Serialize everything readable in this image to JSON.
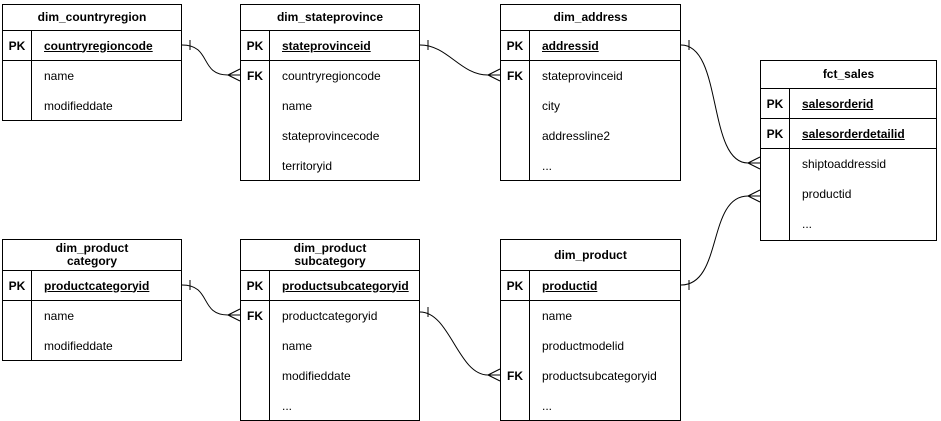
{
  "diagram": {
    "kind": "entity-relationship-diagram",
    "background_color": "#ffffff",
    "line_color": "#000000",
    "text_color": "#000000"
  },
  "tables": [
    {
      "id": "dim_countryregion",
      "title_lines": [
        "dim_countryregion"
      ],
      "key_rows": [
        {
          "label": "PK",
          "field": "countryregioncode"
        }
      ],
      "attr_rows": [
        {
          "label": "",
          "field": "name"
        },
        {
          "label": "",
          "field": "modifieddate"
        }
      ]
    },
    {
      "id": "dim_stateprovince",
      "title_lines": [
        "dim_stateprovince"
      ],
      "key_rows": [
        {
          "label": "PK",
          "field": "stateprovinceid"
        }
      ],
      "attr_rows": [
        {
          "label": "FK",
          "field": "countryregioncode"
        },
        {
          "label": "",
          "field": "name"
        },
        {
          "label": "",
          "field": "stateprovincecode"
        },
        {
          "label": "",
          "field": "territoryid"
        }
      ]
    },
    {
      "id": "dim_address",
      "title_lines": [
        "dim_address"
      ],
      "key_rows": [
        {
          "label": "PK",
          "field": "addressid"
        }
      ],
      "attr_rows": [
        {
          "label": "FK",
          "field": "stateprovinceid"
        },
        {
          "label": "",
          "field": "city"
        },
        {
          "label": "",
          "field": "addressline2"
        },
        {
          "label": "",
          "field": "..."
        }
      ]
    },
    {
      "id": "fct_sales",
      "title_lines": [
        "fct_sales"
      ],
      "key_rows": [
        {
          "label": "PK",
          "field": "salesorderid"
        },
        {
          "label": "PK",
          "field": "salesorderdetailid"
        }
      ],
      "attr_rows": [
        {
          "label": "",
          "field": "shiptoaddressid"
        },
        {
          "label": "",
          "field": "productid"
        },
        {
          "label": "",
          "field": "..."
        }
      ]
    },
    {
      "id": "dim_productcategory",
      "title_lines": [
        "dim_product",
        "category"
      ],
      "key_rows": [
        {
          "label": "PK",
          "field": "productcategoryid"
        }
      ],
      "attr_rows": [
        {
          "label": "",
          "field": "name"
        },
        {
          "label": "",
          "field": "modifieddate"
        }
      ]
    },
    {
      "id": "dim_productsubcategory",
      "title_lines": [
        "dim_product",
        "subcategory"
      ],
      "key_rows": [
        {
          "label": "PK",
          "field": "productsubcategoryid"
        }
      ],
      "attr_rows": [
        {
          "label": "FK",
          "field": "productcategoryid"
        },
        {
          "label": "",
          "field": "name"
        },
        {
          "label": "",
          "field": "modifieddate"
        },
        {
          "label": "",
          "field": "..."
        }
      ]
    },
    {
      "id": "dim_product",
      "title_lines": [
        "dim_product"
      ],
      "key_rows": [
        {
          "label": "PK",
          "field": "productid"
        }
      ],
      "attr_rows": [
        {
          "label": "",
          "field": "name"
        },
        {
          "label": "",
          "field": "productmodelid"
        },
        {
          "label": "FK",
          "field": "productsubcategoryid"
        },
        {
          "label": "",
          "field": "..."
        }
      ]
    }
  ],
  "connectors": [
    {
      "from_table": "dim_countryregion",
      "from_field": "countryregioncode",
      "to_table": "dim_stateprovince",
      "to_field": "countryregioncode",
      "cardinality": "one-to-many"
    },
    {
      "from_table": "dim_stateprovince",
      "from_field": "stateprovinceid",
      "to_table": "dim_address",
      "to_field": "stateprovinceid",
      "cardinality": "one-to-many"
    },
    {
      "from_table": "dim_address",
      "from_field": "addressid",
      "to_table": "fct_sales",
      "to_field": "shiptoaddressid",
      "cardinality": "one-to-many"
    },
    {
      "from_table": "dim_product",
      "from_field": "productid",
      "to_table": "fct_sales",
      "to_field": "productid",
      "cardinality": "one-to-many"
    },
    {
      "from_table": "dim_productcategory",
      "from_field": "productcategoryid",
      "to_table": "dim_productsubcategory",
      "to_field": "productcategoryid",
      "cardinality": "one-to-many"
    },
    {
      "from_table": "dim_productsubcategory",
      "from_field": "productsubcategoryid",
      "to_table": "dim_product",
      "to_field": "productsubcategoryid",
      "cardinality": "one-to-many"
    }
  ]
}
